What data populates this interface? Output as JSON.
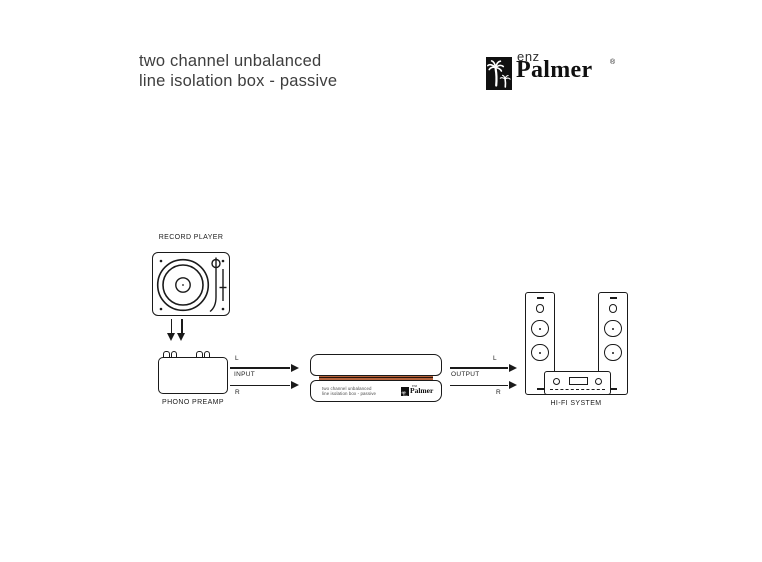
{
  "header": {
    "title_line1": "two channel unbalanced",
    "title_line2": "line isolation box - passive"
  },
  "brand": {
    "enz": "enz",
    "name": "Palmer",
    "reg": "®"
  },
  "diagram": {
    "record_player": {
      "label": "RECORD PLAYER"
    },
    "phono_preamp": {
      "label": "PHONO PREAMP"
    },
    "input": {
      "l": "L",
      "label": "INPUT",
      "r": "R"
    },
    "output": {
      "l": "L",
      "label": "OUTPUT",
      "r": "R"
    },
    "isolation_box": {
      "line1": "two channel unbalanced",
      "line2": "line isolation box - passive",
      "brand_enz": "enz",
      "brand_name": "Palmer"
    },
    "hifi": {
      "label": "HI-FI SYSTEM"
    }
  },
  "colors": {
    "band": "#b5613a",
    "line": "#1a1a1a"
  }
}
